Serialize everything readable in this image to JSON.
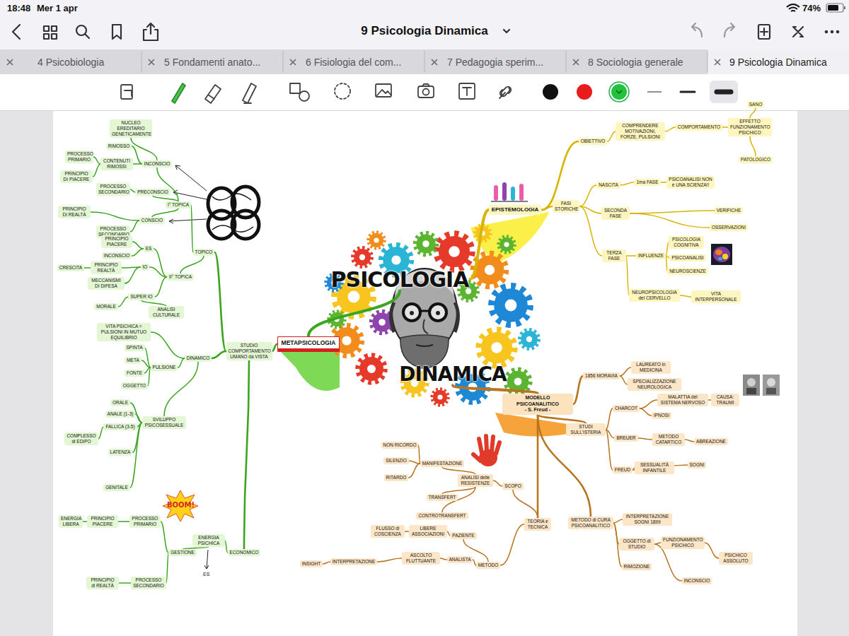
{
  "diagram": {
    "title": "9 Psicologia Dinamica",
    "nodes": [
      {
        "text": [
          "PSICOLOGIA"
        ]
      },
      {
        "text": [
          "DINAMICA"
        ]
      },
      {
        "text": [
          "METAPSICOLOGIA"
        ]
      },
      {
        "text": [
          "STUDIO COMPORTAMENTO UMANO da VISTA"
        ]
      },
      {
        "text": [
          "TOPICO"
        ]
      },
      {
        "text": [
          "DINAMICO"
        ]
      },
      {
        "text": [
          "ECONOMICO"
        ]
      },
      {
        "text": [
          "I° TOPICA"
        ]
      },
      {
        "text": [
          "II° TOPICA"
        ]
      },
      {
        "text": [
          "INCONSCIO"
        ]
      },
      {
        "text": [
          "PRECONSCIO"
        ]
      },
      {
        "text": [
          "CONSCIO"
        ]
      },
      {
        "text": [
          "NUCLEO EREDITARIO GENETICAMENTE"
        ]
      },
      {
        "text": [
          "RIMOSSO"
        ]
      },
      {
        "text": [
          "CONTENUTI RIMOSSI"
        ]
      },
      {
        "text": [
          "PROCESSO PRIMARIO"
        ]
      },
      {
        "text": [
          "PRINCIPIO DI PIACERE"
        ]
      },
      {
        "text": [
          "PROCESSO SECONDARIO"
        ]
      },
      {
        "text": [
          "PRINCIPIO DI REALTÀ"
        ]
      },
      {
        "text": [
          "PROCESSO SECONDARIO"
        ]
      },
      {
        "text": [
          "ES"
        ]
      },
      {
        "text": [
          "IO"
        ]
      },
      {
        "text": [
          "SUPER IO"
        ]
      },
      {
        "text": [
          "PRINCIPIO PIACERE"
        ]
      },
      {
        "text": [
          "INCONSCIO"
        ]
      },
      {
        "text": [
          "PRINCIPIO REALTÀ"
        ]
      },
      {
        "text": [
          "MECCANISMI DI DIFESA"
        ]
      },
      {
        "text": [
          "CRESCITA"
        ]
      },
      {
        "text": [
          "MORALE"
        ]
      },
      {
        "text": [
          "ANALISI CULTURALE"
        ]
      },
      {
        "text": [
          "VITA PSICHICA = PULSIONI IN MUTUO EQUILIBRIO"
        ]
      },
      {
        "text": [
          "PULSIONE"
        ]
      },
      {
        "text": [
          "SPINTA"
        ]
      },
      {
        "text": [
          "META"
        ]
      },
      {
        "text": [
          "FONTE"
        ]
      },
      {
        "text": [
          "OGGETTO"
        ]
      },
      {
        "text": [
          "SVILUPPO PSICOSESSUALE"
        ]
      },
      {
        "text": [
          "ORALE"
        ]
      },
      {
        "text": [
          "ANALE (1-3)"
        ]
      },
      {
        "text": [
          "FALLICA (3-5)"
        ]
      },
      {
        "text": [
          "COMPLESSO di EDIPO"
        ]
      },
      {
        "text": [
          "LATENZA"
        ]
      },
      {
        "text": [
          "GENITALE"
        ]
      },
      {
        "text": [
          "ENERGIA PSICHICA"
        ]
      },
      {
        "text": [
          "GESTIONE"
        ]
      },
      {
        "text": [
          "PROCESSO PRIMARIO"
        ]
      },
      {
        "text": [
          "PRINCIPIO PIACERE"
        ]
      },
      {
        "text": [
          "PROCESSO SECONDARIO"
        ]
      },
      {
        "text": [
          "PRINCIPIO di REALTÀ"
        ]
      },
      {
        "text": [
          "ENERGIA LIBERA"
        ]
      },
      {
        "text": [
          "EPISTEMOLOGIA"
        ]
      },
      {
        "text": [
          "OBIETTIVO"
        ]
      },
      {
        "text": [
          "COMPRENDERE MOTIVAZIONI, FORZE, PULSIONI"
        ]
      },
      {
        "text": [
          "COMPORTAMENTO"
        ]
      },
      {
        "text": [
          "EFFETTO FUNZIONAMENTO PSICHICO"
        ]
      },
      {
        "text": [
          "SANO"
        ]
      },
      {
        "text": [
          "PATOLOGICO"
        ]
      },
      {
        "text": [
          "FASI STORICHE"
        ]
      },
      {
        "text": [
          "NASCITA"
        ]
      },
      {
        "text": [
          "1ma FASE"
        ]
      },
      {
        "text": [
          "PSICOANALISI NON è UNA SCIENZA!!"
        ]
      },
      {
        "text": [
          "SECONDA FASE"
        ]
      },
      {
        "text": [
          "VERIFICHE"
        ]
      },
      {
        "text": [
          "OSSERVAZIONI"
        ]
      },
      {
        "text": [
          "TERZA FASE"
        ]
      },
      {
        "text": [
          "INFLUENZE"
        ]
      },
      {
        "text": [
          "PSICOLOGIA COGNITIVA"
        ]
      },
      {
        "text": [
          "PSICOANALISI"
        ]
      },
      {
        "text": [
          "NEUROSCIENZE"
        ]
      },
      {
        "text": [
          "NEUROPSICOLOGIA del CERVELLO"
        ]
      },
      {
        "text": [
          "VITA INTERPERSONALE"
        ]
      },
      {
        "text": [
          "MODELLO PSICOANALITICO",
          "- S. Freud -"
        ]
      },
      {
        "text": [
          "1856 MORAVIA"
        ]
      },
      {
        "text": [
          "LAUREATO in MEDICINA"
        ]
      },
      {
        "text": [
          "SPECIALIZZAZIONE NEUROLOGICA"
        ]
      },
      {
        "text": [
          "STUDI SULL'ISTERIA"
        ]
      },
      {
        "text": [
          "CHARCOT"
        ]
      },
      {
        "text": [
          "MALATTIA del SISTEMA NERVOSO"
        ]
      },
      {
        "text": [
          "CAUSA: TRAUMI"
        ]
      },
      {
        "text": [
          "IPNOSI"
        ]
      },
      {
        "text": [
          "BREUER"
        ]
      },
      {
        "text": [
          "METODO CATARTICO"
        ]
      },
      {
        "text": [
          "ABREAZIONE"
        ]
      },
      {
        "text": [
          "FREUD"
        ]
      },
      {
        "text": [
          "SESSUALITÀ INFANTILE"
        ]
      },
      {
        "text": [
          "SOGNI"
        ]
      },
      {
        "text": [
          "METODO di CURA PSICOANALITICO"
        ]
      },
      {
        "text": [
          "INTERPRETAZIONE SOGNI 1899"
        ]
      },
      {
        "text": [
          "OGGETTO di STUDIO"
        ]
      },
      {
        "text": [
          "FUNZIONAMENTO PSICHICO"
        ]
      },
      {
        "text": [
          "INCONSCIO"
        ]
      },
      {
        "text": [
          "PSICHICO ASSOLUTO"
        ]
      },
      {
        "text": [
          "RIMOZIONE"
        ]
      },
      {
        "text": [
          "TEORIA e TECNICA"
        ]
      },
      {
        "text": [
          "SCOPO"
        ]
      },
      {
        "text": [
          "ANALISI delle RESISTENZE"
        ]
      },
      {
        "text": [
          "MANIFESTAZIONE"
        ]
      },
      {
        "text": [
          "SILENZIO"
        ]
      },
      {
        "text": [
          "RITARDO"
        ]
      },
      {
        "text": [
          "NON RICORDO"
        ]
      },
      {
        "text": [
          "TRANSFERT"
        ]
      },
      {
        "text": [
          "CONTROTRANSFERT"
        ]
      },
      {
        "text": [
          "METODO"
        ]
      },
      {
        "text": [
          "PAZIENTE"
        ]
      },
      {
        "text": [
          "LIBERE ASSOCIAZIONI"
        ]
      },
      {
        "text": [
          "FLUSSO di COSCIENZA"
        ]
      },
      {
        "text": [
          "ANALISTA"
        ]
      },
      {
        "text": [
          "ASCOLTO FLUTTUANTE"
        ]
      },
      {
        "text": [
          "INTERPRETAZIONE"
        ]
      },
      {
        "text": [
          "INSIGHT"
        ]
      }
    ],
    "edges": [
      {
        "from": 0,
        "to": 2,
        "arrow": "none"
      },
      {
        "from": 2,
        "to": 3,
        "arrow": "none"
      },
      {
        "from": 3,
        "to": 4,
        "arrow": "none"
      },
      {
        "from": 3,
        "to": 5,
        "arrow": "none"
      },
      {
        "from": 3,
        "to": 6,
        "arrow": "none"
      },
      {
        "from": 4,
        "to": 7,
        "arrow": "none"
      },
      {
        "from": 4,
        "to": 8,
        "arrow": "none"
      },
      {
        "from": 7,
        "to": 9,
        "arrow": "none"
      },
      {
        "from": 7,
        "to": 10,
        "arrow": "none"
      },
      {
        "from": 7,
        "to": 11,
        "arrow": "none"
      },
      {
        "from": 9,
        "to": 12,
        "arrow": "none"
      },
      {
        "from": 9,
        "to": 13,
        "arrow": "none"
      },
      {
        "from": 9,
        "to": 14,
        "arrow": "none"
      },
      {
        "from": 14,
        "to": 15,
        "arrow": "none"
      },
      {
        "from": 14,
        "to": 16,
        "arrow": "none"
      },
      {
        "from": 10,
        "to": 17,
        "arrow": "none"
      },
      {
        "from": 11,
        "to": 18,
        "arrow": "none"
      },
      {
        "from": 11,
        "to": 19,
        "arrow": "none"
      },
      {
        "from": 8,
        "to": 20,
        "arrow": "none"
      },
      {
        "from": 8,
        "to": 21,
        "arrow": "none"
      },
      {
        "from": 8,
        "to": 22,
        "arrow": "none"
      },
      {
        "from": 20,
        "to": 23,
        "arrow": "none"
      },
      {
        "from": 20,
        "to": 24,
        "arrow": "none"
      },
      {
        "from": 21,
        "to": 25,
        "arrow": "none"
      },
      {
        "from": 21,
        "to": 26,
        "arrow": "none"
      },
      {
        "from": 25,
        "to": 27,
        "arrow": "none"
      },
      {
        "from": 22,
        "to": 28,
        "arrow": "none"
      },
      {
        "from": 22,
        "to": 29,
        "arrow": "none"
      },
      {
        "from": 5,
        "to": 30,
        "arrow": "none"
      },
      {
        "from": 5,
        "to": 31,
        "arrow": "none"
      },
      {
        "from": 31,
        "to": 32,
        "arrow": "none"
      },
      {
        "from": 31,
        "to": 33,
        "arrow": "none"
      },
      {
        "from": 31,
        "to": 34,
        "arrow": "none"
      },
      {
        "from": 31,
        "to": 35,
        "arrow": "none"
      },
      {
        "from": 5,
        "to": 36,
        "arrow": "none"
      },
      {
        "from": 36,
        "to": 37,
        "arrow": "none"
      },
      {
        "from": 36,
        "to": 38,
        "arrow": "none"
      },
      {
        "from": 36,
        "to": 39,
        "arrow": "none"
      },
      {
        "from": 39,
        "to": 40,
        "arrow": "none"
      },
      {
        "from": 36,
        "to": 41,
        "arrow": "none"
      },
      {
        "from": 36,
        "to": 42,
        "arrow": "none"
      },
      {
        "from": 6,
        "to": 43,
        "arrow": "none"
      },
      {
        "from": 43,
        "to": 44,
        "arrow": "none"
      },
      {
        "from": 44,
        "to": 45,
        "arrow": "none"
      },
      {
        "from": 45,
        "to": 46,
        "arrow": "none"
      },
      {
        "from": 44,
        "to": 47,
        "arrow": "none"
      },
      {
        "from": 47,
        "to": 48,
        "arrow": "none"
      },
      {
        "from": 46,
        "to": 49,
        "arrow": "none"
      },
      {
        "from": 0,
        "to": 50,
        "arrow": "none"
      },
      {
        "from": 50,
        "to": 51,
        "arrow": "none"
      },
      {
        "from": 51,
        "to": 52,
        "arrow": "none"
      },
      {
        "from": 52,
        "to": 53,
        "arrow": "none"
      },
      {
        "from": 53,
        "to": 54,
        "arrow": "none"
      },
      {
        "from": 54,
        "to": 55,
        "arrow": "none"
      },
      {
        "from": 54,
        "to": 56,
        "arrow": "none"
      },
      {
        "from": 50,
        "to": 57,
        "arrow": "none"
      },
      {
        "from": 57,
        "to": 58,
        "arrow": "none"
      },
      {
        "from": 58,
        "to": 59,
        "arrow": "none"
      },
      {
        "from": 59,
        "to": 60,
        "arrow": "none"
      },
      {
        "from": 57,
        "to": 61,
        "arrow": "none"
      },
      {
        "from": 61,
        "to": 62,
        "arrow": "none"
      },
      {
        "from": 61,
        "to": 63,
        "arrow": "none"
      },
      {
        "from": 57,
        "to": 64,
        "arrow": "none"
      },
      {
        "from": 64,
        "to": 65,
        "arrow": "none"
      },
      {
        "from": 65,
        "to": 66,
        "arrow": "none"
      },
      {
        "from": 65,
        "to": 67,
        "arrow": "none"
      },
      {
        "from": 65,
        "to": 68,
        "arrow": "none"
      },
      {
        "from": 64,
        "to": 69,
        "arrow": "none"
      },
      {
        "from": 69,
        "to": 70,
        "arrow": "none"
      },
      {
        "from": 1,
        "to": 71,
        "arrow": "none"
      },
      {
        "from": 71,
        "to": 72,
        "arrow": "none"
      },
      {
        "from": 72,
        "to": 73,
        "arrow": "none"
      },
      {
        "from": 72,
        "to": 74,
        "arrow": "none"
      },
      {
        "from": 71,
        "to": 75,
        "arrow": "none"
      },
      {
        "from": 75,
        "to": 76,
        "arrow": "none"
      },
      {
        "from": 76,
        "to": 77,
        "arrow": "none"
      },
      {
        "from": 77,
        "to": 78,
        "arrow": "none"
      },
      {
        "from": 76,
        "to": 79,
        "arrow": "none"
      },
      {
        "from": 75,
        "to": 80,
        "arrow": "none"
      },
      {
        "from": 80,
        "to": 81,
        "arrow": "none"
      },
      {
        "from": 81,
        "to": 82,
        "arrow": "none"
      },
      {
        "from": 75,
        "to": 83,
        "arrow": "none"
      },
      {
        "from": 83,
        "to": 84,
        "arrow": "none"
      },
      {
        "from": 83,
        "to": 85,
        "arrow": "none"
      },
      {
        "from": 71,
        "to": 86,
        "arrow": "none"
      },
      {
        "from": 86,
        "to": 87,
        "arrow": "none"
      },
      {
        "from": 86,
        "to": 88,
        "arrow": "none"
      },
      {
        "from": 88,
        "to": 89,
        "arrow": "none"
      },
      {
        "from": 88,
        "to": 90,
        "arrow": "none"
      },
      {
        "from": 89,
        "to": 91,
        "arrow": "none"
      },
      {
        "from": 86,
        "to": 92,
        "arrow": "none"
      },
      {
        "from": 71,
        "to": 93,
        "arrow": "none"
      },
      {
        "from": 93,
        "to": 94,
        "arrow": "none"
      },
      {
        "from": 94,
        "to": 95,
        "arrow": "none"
      },
      {
        "from": 95,
        "to": 96,
        "arrow": "none"
      },
      {
        "from": 96,
        "to": 97,
        "arrow": "none"
      },
      {
        "from": 96,
        "to": 98,
        "arrow": "none"
      },
      {
        "from": 96,
        "to": 99,
        "arrow": "none"
      },
      {
        "from": 95,
        "to": 100,
        "arrow": "none"
      },
      {
        "from": 95,
        "to": 101,
        "arrow": "none"
      },
      {
        "from": 93,
        "to": 102,
        "arrow": "none"
      },
      {
        "from": 102,
        "to": 103,
        "arrow": "none"
      },
      {
        "from": 103,
        "to": 104,
        "arrow": "none"
      },
      {
        "from": 104,
        "to": 105,
        "arrow": "none"
      },
      {
        "from": 102,
        "to": 106,
        "arrow": "none"
      },
      {
        "from": 106,
        "to": 107,
        "arrow": "none"
      },
      {
        "from": 107,
        "to": 108,
        "arrow": "none"
      },
      {
        "from": 108,
        "to": 109,
        "arrow": "none"
      }
    ],
    "labels": [
      "18:48",
      "Mer 1 apr",
      "74%",
      "4 Psicobiologia",
      "5 Fondamenti anato...",
      "6 Fisiologia del com...",
      "7 Pedagogia sperim...",
      "8 Sociologia generale",
      "9 Psicologia Dinamica",
      "BOOM!",
      "ES"
    ]
  }
}
